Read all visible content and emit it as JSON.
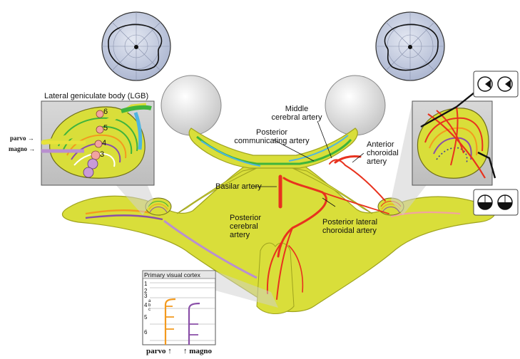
{
  "labels": {
    "lgb_title": "Lateral geniculate body (LGB)",
    "parvo_in": "parvo",
    "magno_in": "magno",
    "layer_6": "6",
    "layer_5": "5",
    "layer_4": "4",
    "layer_3": "3",
    "mca_1": "Middle",
    "mca_2": "cerebral artery",
    "pcomm_1": "Posterior",
    "pcomm_2": "communicating artery",
    "achor_1": "Anterior",
    "achor_2": "choroidal",
    "achor_3": "artery",
    "basilar": "Basilar artery",
    "pca_1": "Posterior",
    "pca_2": "cerebral",
    "pca_3": "artery",
    "plch_1": "Posterior lateral",
    "plch_2": "choroidal artery",
    "v1_title": "Primary visual cortex",
    "parvo_out": "parvo",
    "magno_out": "magno",
    "arrow_right": "→",
    "arrow_up": "↑"
  },
  "cortex_layers": [
    "1",
    "2",
    "3",
    "4",
    "a",
    "b",
    "c",
    "5",
    "6"
  ],
  "colors": {
    "tract": "#d9de3a",
    "tract_edge": "#9fa31e",
    "artery": "#e8321e",
    "parvo": "#f39a1e",
    "magno": "#8a4fa8",
    "magno_light": "#b98fd0",
    "green": "#3fb43c",
    "blue": "#4fb5e0",
    "pink": "#f2a3a0",
    "field": "#c9d0e2"
  }
}
